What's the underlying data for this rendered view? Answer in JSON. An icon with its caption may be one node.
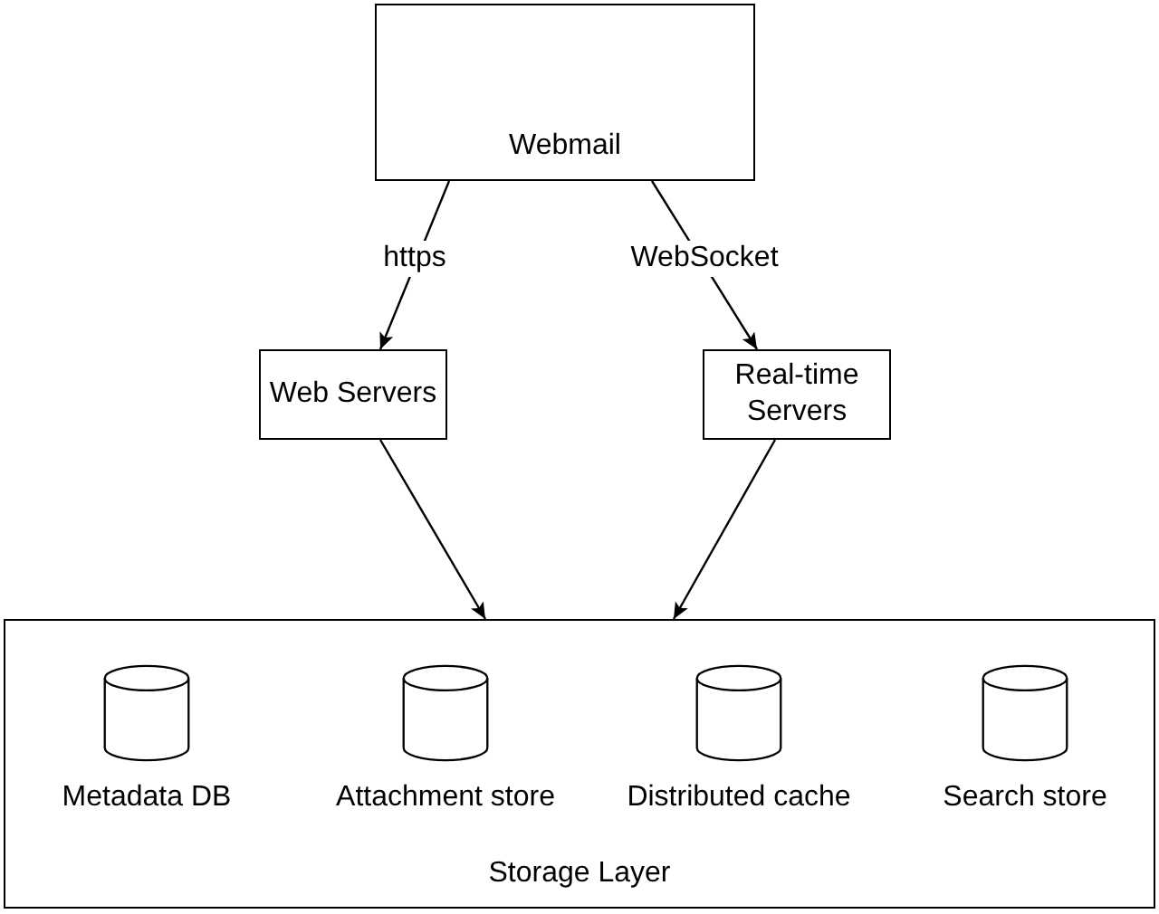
{
  "diagram": {
    "nodes": [
      {
        "text": [
          "Webmail"
        ]
      },
      {
        "text": [
          "Web Servers"
        ]
      },
      {
        "text": [
          "Real-time Servers"
        ]
      },
      {
        "text": [
          "Storage Layer"
        ]
      },
      {
        "text": [
          "Metadata DB"
        ],
        "in": 3
      },
      {
        "text": [
          "Attachment store"
        ],
        "in": 3
      },
      {
        "text": [
          "Distributed cache"
        ],
        "in": 3
      },
      {
        "text": [
          "Search store"
        ],
        "in": 3
      }
    ],
    "edges": [
      {
        "from": 0,
        "to": 1,
        "arrow": "to",
        "label": "https"
      },
      {
        "from": 0,
        "to": 2,
        "arrow": "to",
        "label": "WebSocket"
      },
      {
        "from": 1,
        "to": 3,
        "arrow": "to"
      },
      {
        "from": 2,
        "to": 3,
        "arrow": "to"
      }
    ]
  }
}
